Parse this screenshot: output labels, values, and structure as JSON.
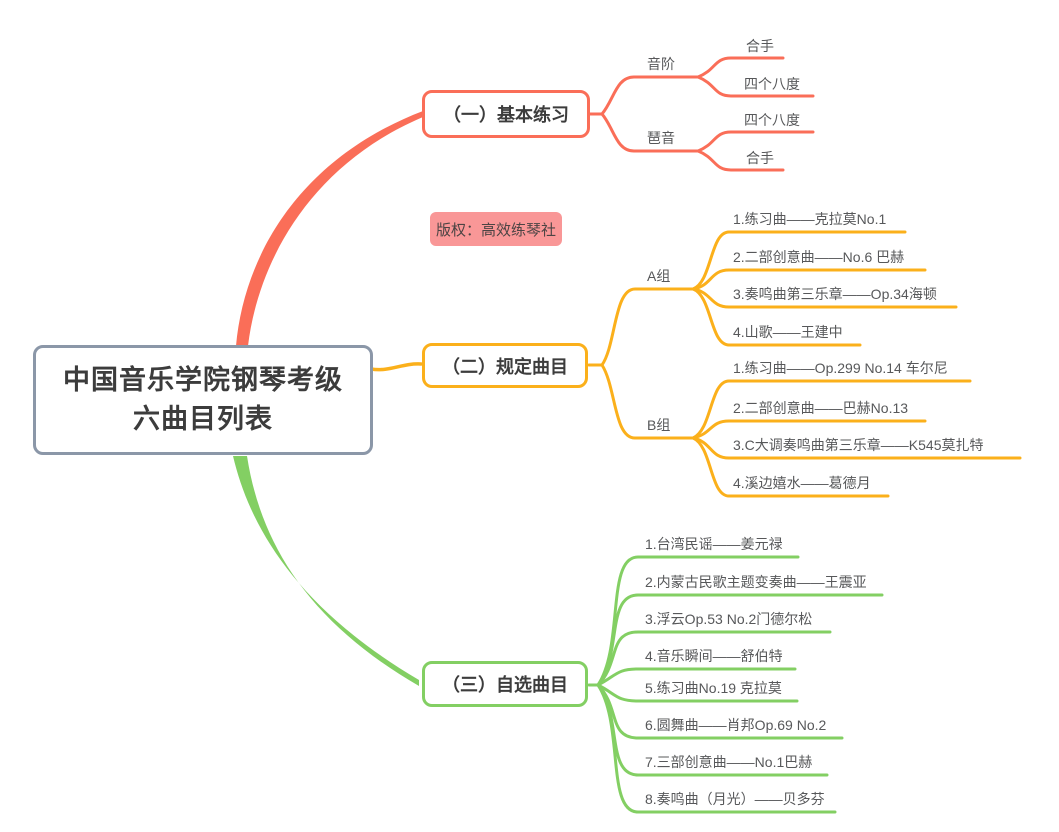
{
  "root": {
    "line1": "中国音乐学院钢琴考级",
    "line2": "六曲目列表"
  },
  "floating_label": {
    "text": "版权：高效练琴社"
  },
  "branches": [
    {
      "label": "（一）基本练习",
      "children": [
        {
          "label": "音阶",
          "items": [
            "合手",
            "四个八度"
          ]
        },
        {
          "label": "琶音",
          "items": [
            "四个八度",
            "合手"
          ]
        }
      ]
    },
    {
      "label": "（二）规定曲目",
      "children": [
        {
          "label": "A组",
          "items": [
            "1.练习曲——克拉莫No.1",
            "2.二部创意曲——No.6 巴赫",
            "3.奏鸣曲第三乐章——Op.34海顿",
            "4.山歌——王建中"
          ]
        },
        {
          "label": "B组",
          "items": [
            "1.练习曲——Op.299 No.14 车尔尼",
            "2.二部创意曲——巴赫No.13",
            "3.C大调奏鸣曲第三乐章——K545莫扎特",
            "4.溪边嬉水——葛德月"
          ]
        }
      ]
    },
    {
      "label": "（三）自选曲目",
      "items": [
        "1.台湾民谣——姜元禄",
        "2.内蒙古民歌主题变奏曲——王震亚",
        "3.浮云Op.53 No.2门德尔松",
        "4.音乐瞬间——舒伯特",
        "5.练习曲No.19 克拉莫",
        "6.圆舞曲——肖邦Op.69 No.2",
        "7.三部创意曲——No.1巴赫",
        "8.奏鸣曲（月光）——贝多芬"
      ]
    }
  ],
  "colors": {
    "branch1": "#fa6e58",
    "branch2": "#fbb01b",
    "branch3": "#83cf63",
    "label_bg": "#f99797",
    "root_border": "#8b97a8",
    "topic_text": "#3c3c3c",
    "leaf_text": "#57585a"
  }
}
